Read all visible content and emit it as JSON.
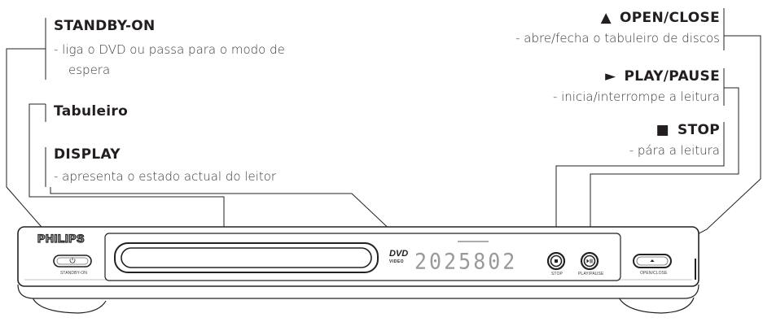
{
  "callouts": {
    "standby": {
      "title": "STANDBY-ON",
      "desc_line1": "- liga o DVD ou passa para o modo de",
      "desc_line2": "espera"
    },
    "tray": {
      "title": "Tabuleiro"
    },
    "display": {
      "title": "DISPLAY",
      "desc": "- apresenta o estado actual do leitor"
    },
    "open_close": {
      "glyph": "▲",
      "title": "OPEN/CLOSE",
      "desc": "- abre/fecha o tabuleiro de discos"
    },
    "play_pause": {
      "glyph": "►",
      "title": "PLAY/PAUSE",
      "desc": "- inicia/interrompe a leitura"
    },
    "stop": {
      "glyph": "■",
      "title": "STOP",
      "desc": "- pára a leitura"
    }
  },
  "device": {
    "brand": "PHILIPS",
    "display_digits": "2025802",
    "dvd_logo": "DVD",
    "dvd_logo_sub": "VIDEO",
    "button_labels": {
      "standby": "STANDBY-ON",
      "stop": "STOP",
      "play_pause": "PLAY/PAUSE",
      "open_close": "OPEN/CLOSE"
    },
    "icons": {
      "standby": "power-icon",
      "stop": "stop-icon",
      "play_pause": "play-pause-icon",
      "open_close": "eject-icon"
    }
  },
  "colors": {
    "line": "#231f20",
    "panel_edge": "#222222",
    "digits": "#9a9a9a"
  }
}
